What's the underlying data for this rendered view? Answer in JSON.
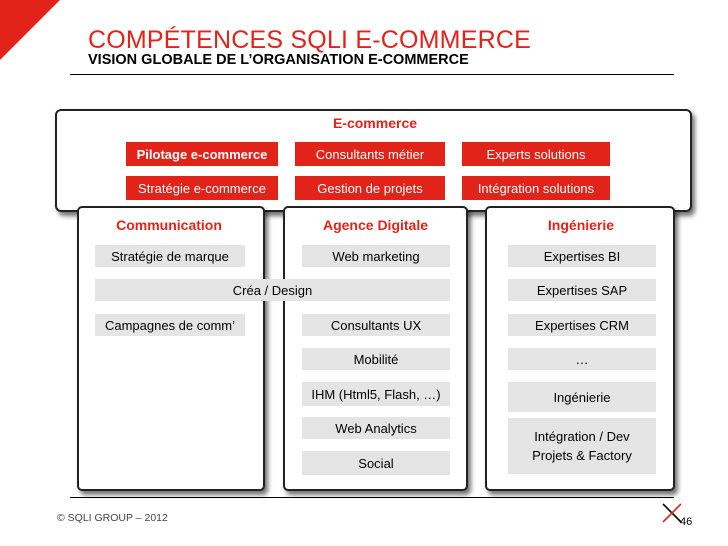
{
  "header": {
    "title": "COMPÉTENCES SQLI E-COMMERCE",
    "subtitle": "VISION GLOBALE DE L’ORGANISATION E-COMMERCE"
  },
  "ecommerce": {
    "title": "E-commerce",
    "boxes": [
      "Pilotage e-commerce",
      "Consultants métier",
      "Experts solutions",
      "Stratégie e-commerce",
      "Gestion de projets",
      "Intégration solutions"
    ]
  },
  "communication": {
    "title": "Communication",
    "items": [
      "Stratégie de marque",
      "Campagnes de comm’"
    ]
  },
  "shared": {
    "crea_design": "Créa / Design"
  },
  "agence": {
    "title": "Agence Digitale",
    "items": [
      "Web marketing",
      "Consultants UX",
      "Mobilité",
      "IHM (Html5, Flash, …)",
      "Web Analytics",
      "Social"
    ]
  },
  "ingenierie": {
    "title": "Ingénierie",
    "items": [
      "Expertises BI",
      "Expertises SAP",
      "Expertises CRM",
      "…",
      "Ingénierie",
      "Intégration / Dev Projets & Factory"
    ]
  },
  "footer": {
    "copyright": "© SQLI  GROUP – 2012",
    "page_number": "46"
  },
  "colors": {
    "accent_red": "#e2231a",
    "box_grey": "#e4e4e4"
  }
}
